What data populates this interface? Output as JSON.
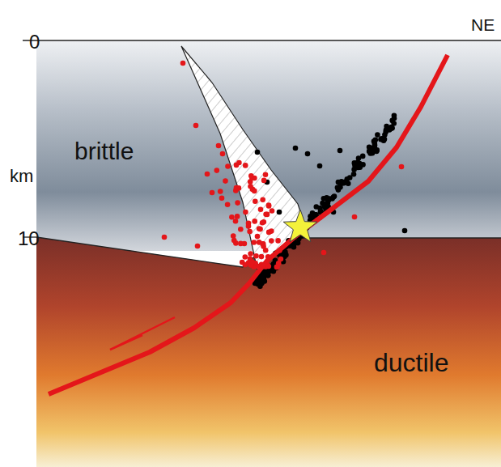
{
  "diagram": {
    "labels": [
      "0",
      "NE",
      "km",
      "10",
      "brittle",
      "ductile"
    ]
  }
}
